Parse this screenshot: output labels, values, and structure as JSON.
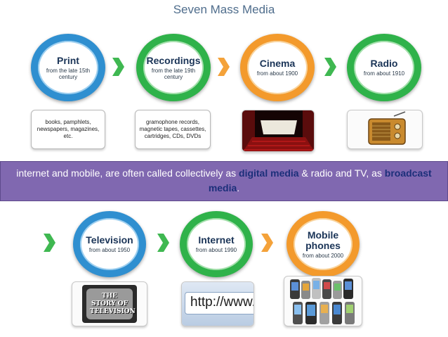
{
  "title": "Seven Mass Media",
  "row1": [
    {
      "name": "Print",
      "sub": "from the late 15th century",
      "caption": "books, pamphlets, newspapers, magazines, etc."
    },
    {
      "name": "Recordings",
      "sub": "from the late 19th century",
      "caption": "gramophone records, magnetic tapes, cassettes, cartridges, CDs, DVDs"
    },
    {
      "name": "Cinema",
      "sub": "from about 1900"
    },
    {
      "name": "Radio",
      "sub": "from about 1910"
    }
  ],
  "banner": {
    "part1": "internet and mobile, are often called collectively as ",
    "hl1": "digital media",
    "part2": " & radio and TV, as ",
    "hl2": "broadcast media",
    "part3": "."
  },
  "row2": [
    {
      "name": "Television",
      "sub": "from about 1950"
    },
    {
      "name": "Internet",
      "sub": "from about 1990"
    },
    {
      "name": "Mobile phones",
      "sub": "from about 2000"
    }
  ],
  "tv_image_text": "THE STORY OF TELEVISION",
  "internet_image_text": "http://www.",
  "colors": {
    "blue": "#2f8fd0",
    "green": "#2fb24a",
    "orange": "#f39a2c",
    "banner": "#8068b0"
  }
}
